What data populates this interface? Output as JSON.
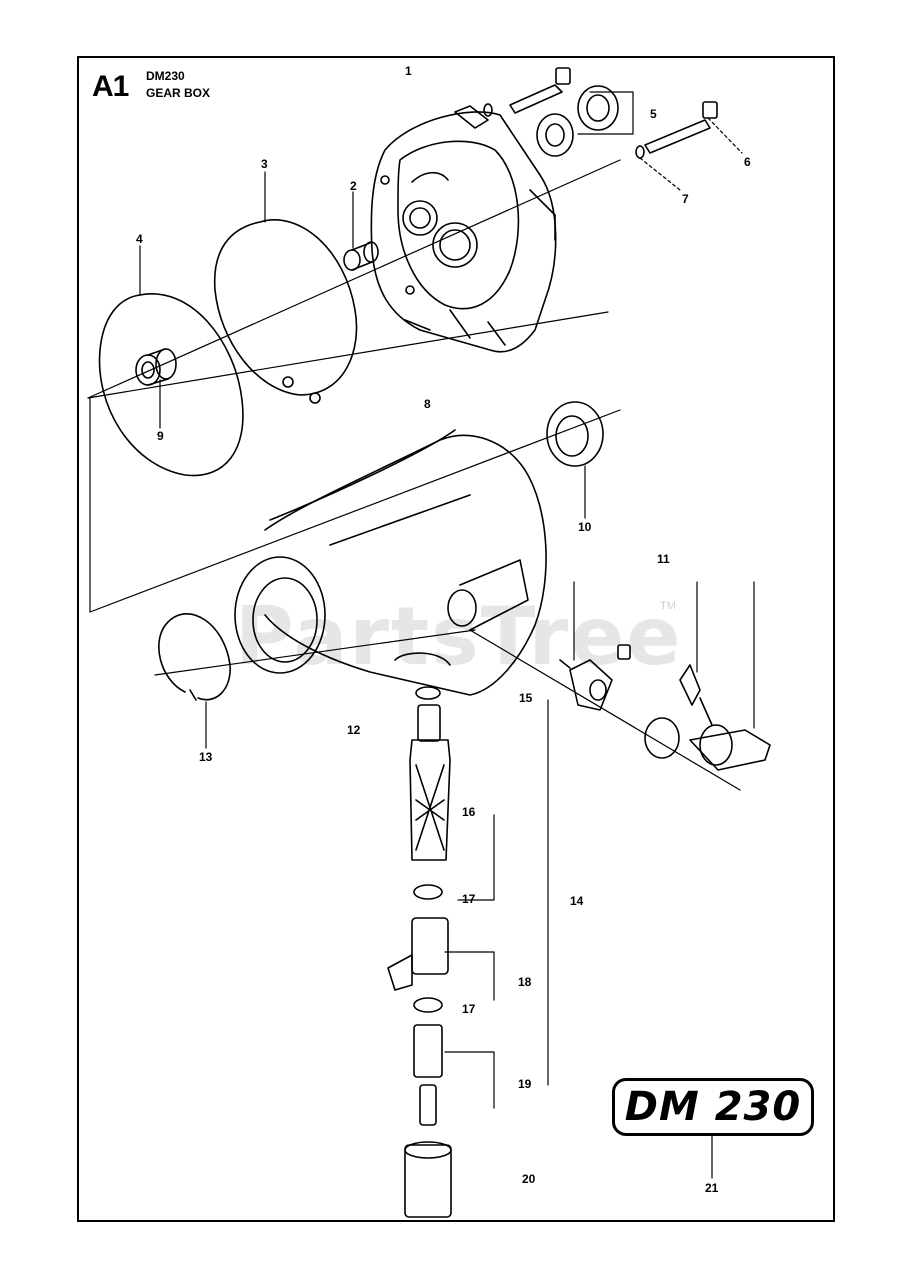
{
  "header": {
    "code": "A1",
    "model": "DM230",
    "title": "GEAR BOX"
  },
  "watermark": {
    "text": "PartsTree",
    "tm": "TM"
  },
  "badge": {
    "text": "DM 230"
  },
  "callouts": [
    "1",
    "2",
    "3",
    "4",
    "5",
    "6",
    "7",
    "8",
    "9",
    "10",
    "11",
    "12",
    "13",
    "14",
    "15",
    "16",
    "17",
    "17",
    "18",
    "19",
    "20",
    "21"
  ]
}
